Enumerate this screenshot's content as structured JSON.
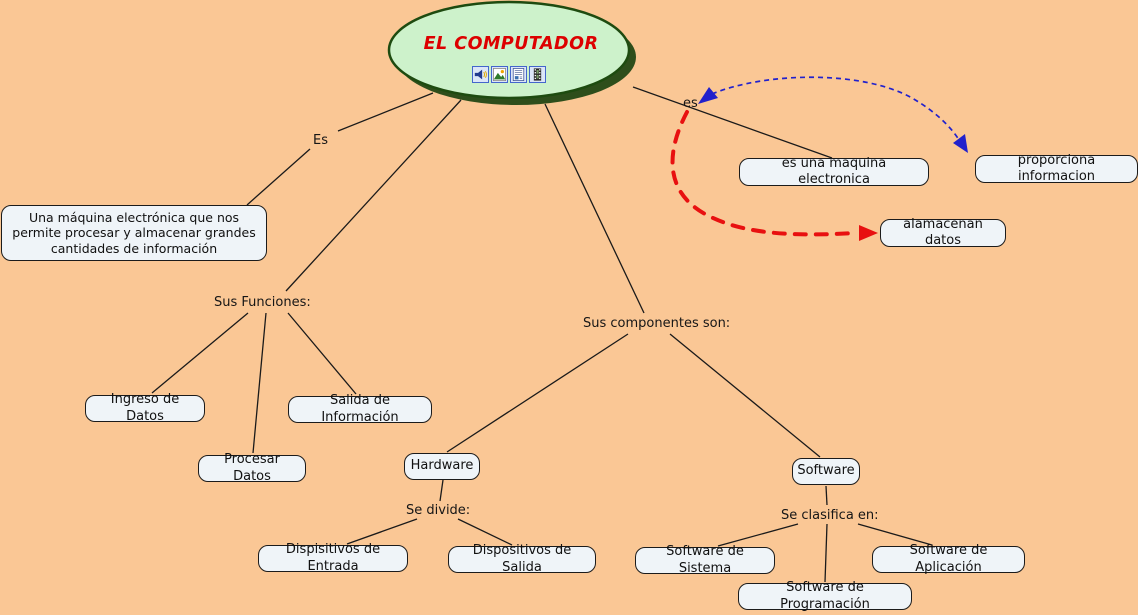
{
  "diagram": {
    "type": "concept-map",
    "background_color": "#FAC795",
    "root": {
      "title": "EL COMPUTADOR",
      "title_color": "#DD0000",
      "ellipse_fill": "#CDF2CB",
      "ellipse_border": "#1E4B10",
      "resource_icons": [
        "audio-icon",
        "image-icon",
        "document-icon",
        "video-icon"
      ]
    },
    "linking_labels": {
      "es_capital": "Es",
      "es_lower": "es",
      "funciones": "Sus Funciones:",
      "componentes": "Sus componentes son:",
      "divide": "Se divide:",
      "clasifica": "Se clasifica en:"
    },
    "concepts": {
      "definicion": "Una máquina electrónica que nos permite procesar y almacenar grandes cantidades de información",
      "maquina_electronica": "es una maquina electronica",
      "proporciona_informacion": "proporciona informacion",
      "almacenan_datos": "alamacenan datos",
      "ingreso_datos": "Ingreso de Datos",
      "salida_informacion": "Salida de Información",
      "procesar_datos": "Procesar Datos",
      "hardware": "Hardware",
      "software": "Software",
      "dispositivos_entrada": "Dispisitivos de Entrada",
      "dispositivos_salida": "Dispositivos de Salida",
      "software_sistema": "Software de Sistema",
      "software_programacion": "Software de Programación",
      "software_aplicacion": "Software de Aplicación"
    },
    "arrows": {
      "red_dashed": {
        "from": "es",
        "to": "alamacenan datos",
        "color": "#E81010",
        "style": "dashed"
      },
      "blue_dashed": {
        "from": "proporciona informacion",
        "to": "es",
        "color": "#2121CC",
        "style": "dashed"
      }
    },
    "node_fill": "#EFF4F8",
    "node_border": "#1B1B1B",
    "line_color": "#1A1A1A"
  }
}
